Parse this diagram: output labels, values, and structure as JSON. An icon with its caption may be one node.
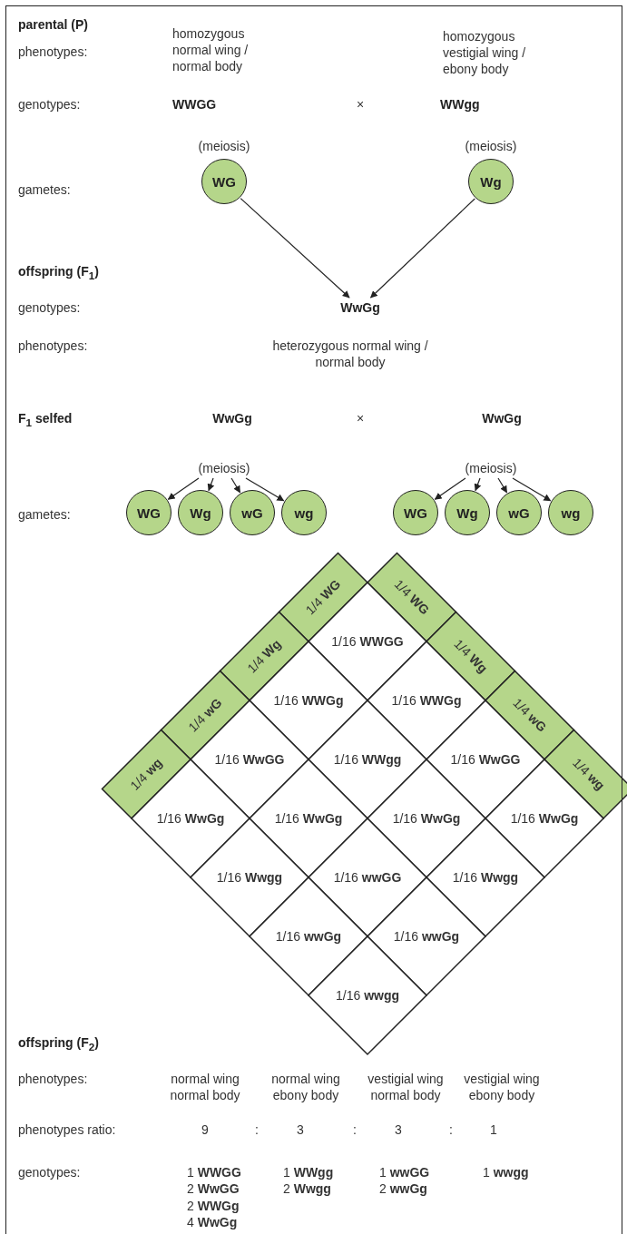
{
  "diagram": {
    "nodes": [
      {
        "text": [
          "WG"
        ]
      },
      {
        "text": [
          "Wg"
        ]
      },
      {
        "text": [
          "WwGg"
        ]
      },
      {
        "text": [
          "(meiosis)"
        ]
      },
      {
        "text": [
          "WG"
        ]
      },
      {
        "text": [
          "Wg"
        ]
      },
      {
        "text": [
          "wG"
        ]
      },
      {
        "text": [
          "wg"
        ]
      },
      {
        "text": [
          "(meiosis)"
        ]
      },
      {
        "text": [
          "WG"
        ]
      },
      {
        "text": [
          "Wg"
        ]
      },
      {
        "text": [
          "wG"
        ]
      },
      {
        "text": [
          "wg"
        ]
      },
      {
        "text": [
          "1/4 **WG**"
        ]
      },
      {
        "text": [
          "1/4 **Wg**"
        ]
      },
      {
        "text": [
          "1/4 **wG**"
        ]
      },
      {
        "text": [
          "1/4 **wg**"
        ]
      },
      {
        "text": [
          "1/4 **WG**"
        ]
      },
      {
        "text": [
          "1/4 **Wg**"
        ]
      },
      {
        "text": [
          "1/4 **wG**"
        ]
      },
      {
        "text": [
          "1/4 **wg**"
        ]
      },
      {
        "text": [
          "1/16 **WWGG**"
        ]
      },
      {
        "text": [
          "1/16 **WWGg**"
        ]
      },
      {
        "text": [
          "1/16 **WwGG**"
        ]
      },
      {
        "text": [
          "1/16 **WwGg**"
        ]
      },
      {
        "text": [
          "1/16 **WWGg**"
        ]
      },
      {
        "text": [
          "1/16 **WWgg**"
        ]
      },
      {
        "text": [
          "1/16 **WwGg**"
        ]
      },
      {
        "text": [
          "1/16 **Wwgg**"
        ]
      },
      {
        "text": [
          "1/16 **WwGG**"
        ]
      },
      {
        "text": [
          "1/16 **WwGg**"
        ]
      },
      {
        "text": [
          "1/16 **wwGG**"
        ]
      },
      {
        "text": [
          "1/16 **wwGg**"
        ]
      },
      {
        "text": [
          "1/16 **WwGg**"
        ]
      },
      {
        "text": [
          "1/16 **Wwgg**"
        ]
      },
      {
        "text": [
          "1/16 **wwGg**"
        ]
      },
      {
        "text": [
          "1/16 **wwgg**"
        ]
      }
    ],
    "edges": [
      {
        "from": 0,
        "to": 2,
        "arrow": "to"
      },
      {
        "from": 1,
        "to": 2,
        "arrow": "to"
      },
      {
        "from": 3,
        "to": 4,
        "arrow": "to"
      },
      {
        "from": 3,
        "to": 5,
        "arrow": "to"
      },
      {
        "from": 3,
        "to": 6,
        "arrow": "to"
      },
      {
        "from": 3,
        "to": 7,
        "arrow": "to"
      },
      {
        "from": 8,
        "to": 9,
        "arrow": "to"
      },
      {
        "from": 8,
        "to": 10,
        "arrow": "to"
      },
      {
        "from": 8,
        "to": 11,
        "arrow": "to"
      },
      {
        "from": 8,
        "to": 12,
        "arrow": "to"
      }
    ],
    "labels": [
      "parental (P)",
      "phenotypes:",
      "homozygous normal wing / normal body",
      "homozygous vestigial wing / ebony body",
      "genotypes:",
      "WWGG",
      "×",
      "WWgg",
      "(meiosis)",
      "(meiosis)",
      "gametes:",
      "offspring (F$_{1}$)",
      "genotypes:",
      "phenotypes:",
      "heterozygous normal wing / normal body",
      "F$_{1}$ selfed",
      "WwGg",
      "×",
      "WwGg",
      "gametes:",
      "offspring (F$_{2}$)",
      "phenotypes:",
      "normal wing normal body",
      "normal wing ebony body",
      "vestigial wing normal body",
      "vestigial wing ebony body",
      "phenotypes ratio:",
      "9",
      ":",
      "3",
      ":",
      "3",
      ":",
      "1",
      "genotypes:",
      "1 **WWGG**",
      "1 **WWgg**",
      "1 **wwGG**",
      "1 **wwgg**",
      "2 **WwGG**",
      "2 **Wwgg**",
      "2 **wwGg**",
      "2 **WWGg**",
      "4 **WwGg**"
    ]
  }
}
